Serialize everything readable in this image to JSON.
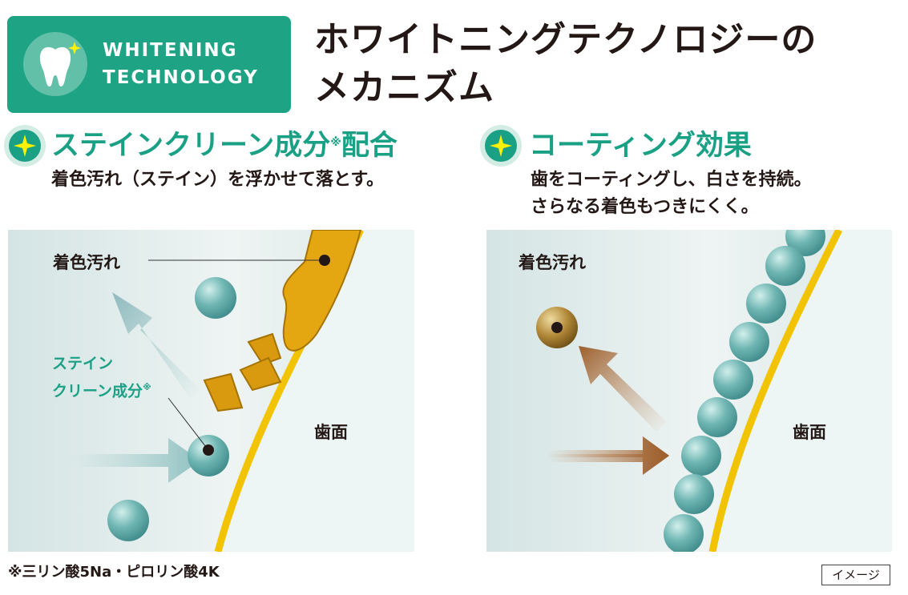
{
  "badge": {
    "line1": "WHITENING",
    "line2": "TECHNOLOGY",
    "icon": "tooth-sparkle-icon"
  },
  "title": {
    "line1": "ホワイトニングテクノロジーの",
    "line2": "メカニズム"
  },
  "left": {
    "heading": "ステインクリーン成分",
    "heading_mark": "※",
    "heading_suffix": "配合",
    "sub": "着色汚れ（ステイン）を浮かせて落とす。",
    "label_stain": "着色汚れ",
    "label_ingredient_1": "ステイン",
    "label_ingredient_2": "クリーン成分",
    "label_ingredient_mark": "※",
    "label_tooth": "歯面"
  },
  "right": {
    "heading": "コーティング効果",
    "sub_1": "歯をコーティングし、白さを持続。",
    "sub_2": "さらなる着色もつきにくく。",
    "label_stain": "着色汚れ",
    "label_tooth": "歯面"
  },
  "footnote": "※三リン酸5Na・ピロリン酸4K",
  "image_tag": "イメージ",
  "colors": {
    "teal": "#1aa084",
    "badge": "#1ea384",
    "stain_gold": "#e4a611",
    "coating_yellow": "#f2c300",
    "particle": "#5fa9a8",
    "arrow_brown": "#a0612c"
  }
}
